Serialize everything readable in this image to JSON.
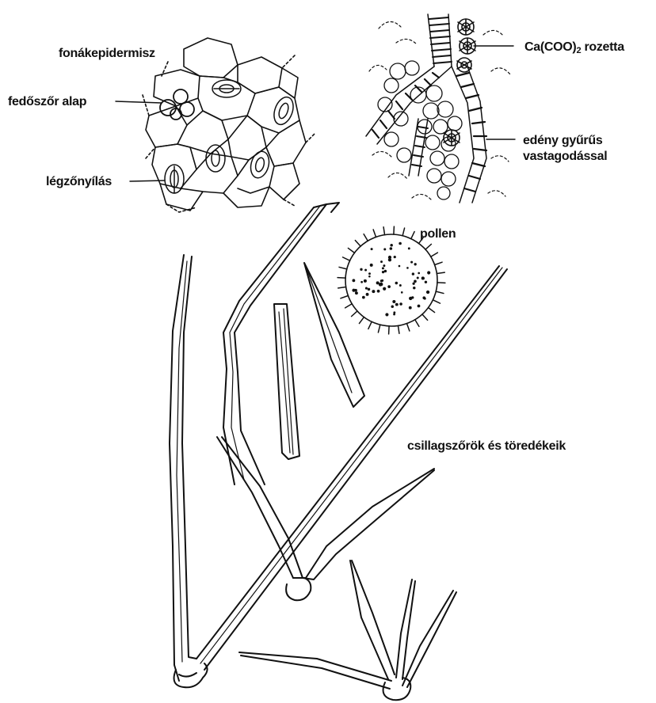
{
  "labels": {
    "fonakepidermisz": "fonákepidermisz",
    "fedoszor_alap": "fedőszőr alap",
    "legzonyilas": "légzőnyílás",
    "rozetta_prefix": "Ca(COO)",
    "rozetta_sub": "2",
    "rozetta_suffix": " rozetta",
    "edeny_line1": "edény gyűrűs",
    "edeny_line2": "vastagodással",
    "pollen": "pollen",
    "csillagszorok": "csillagszőrök és töredékeik"
  },
  "colors": {
    "ink": "#111111",
    "background": "#ffffff"
  }
}
